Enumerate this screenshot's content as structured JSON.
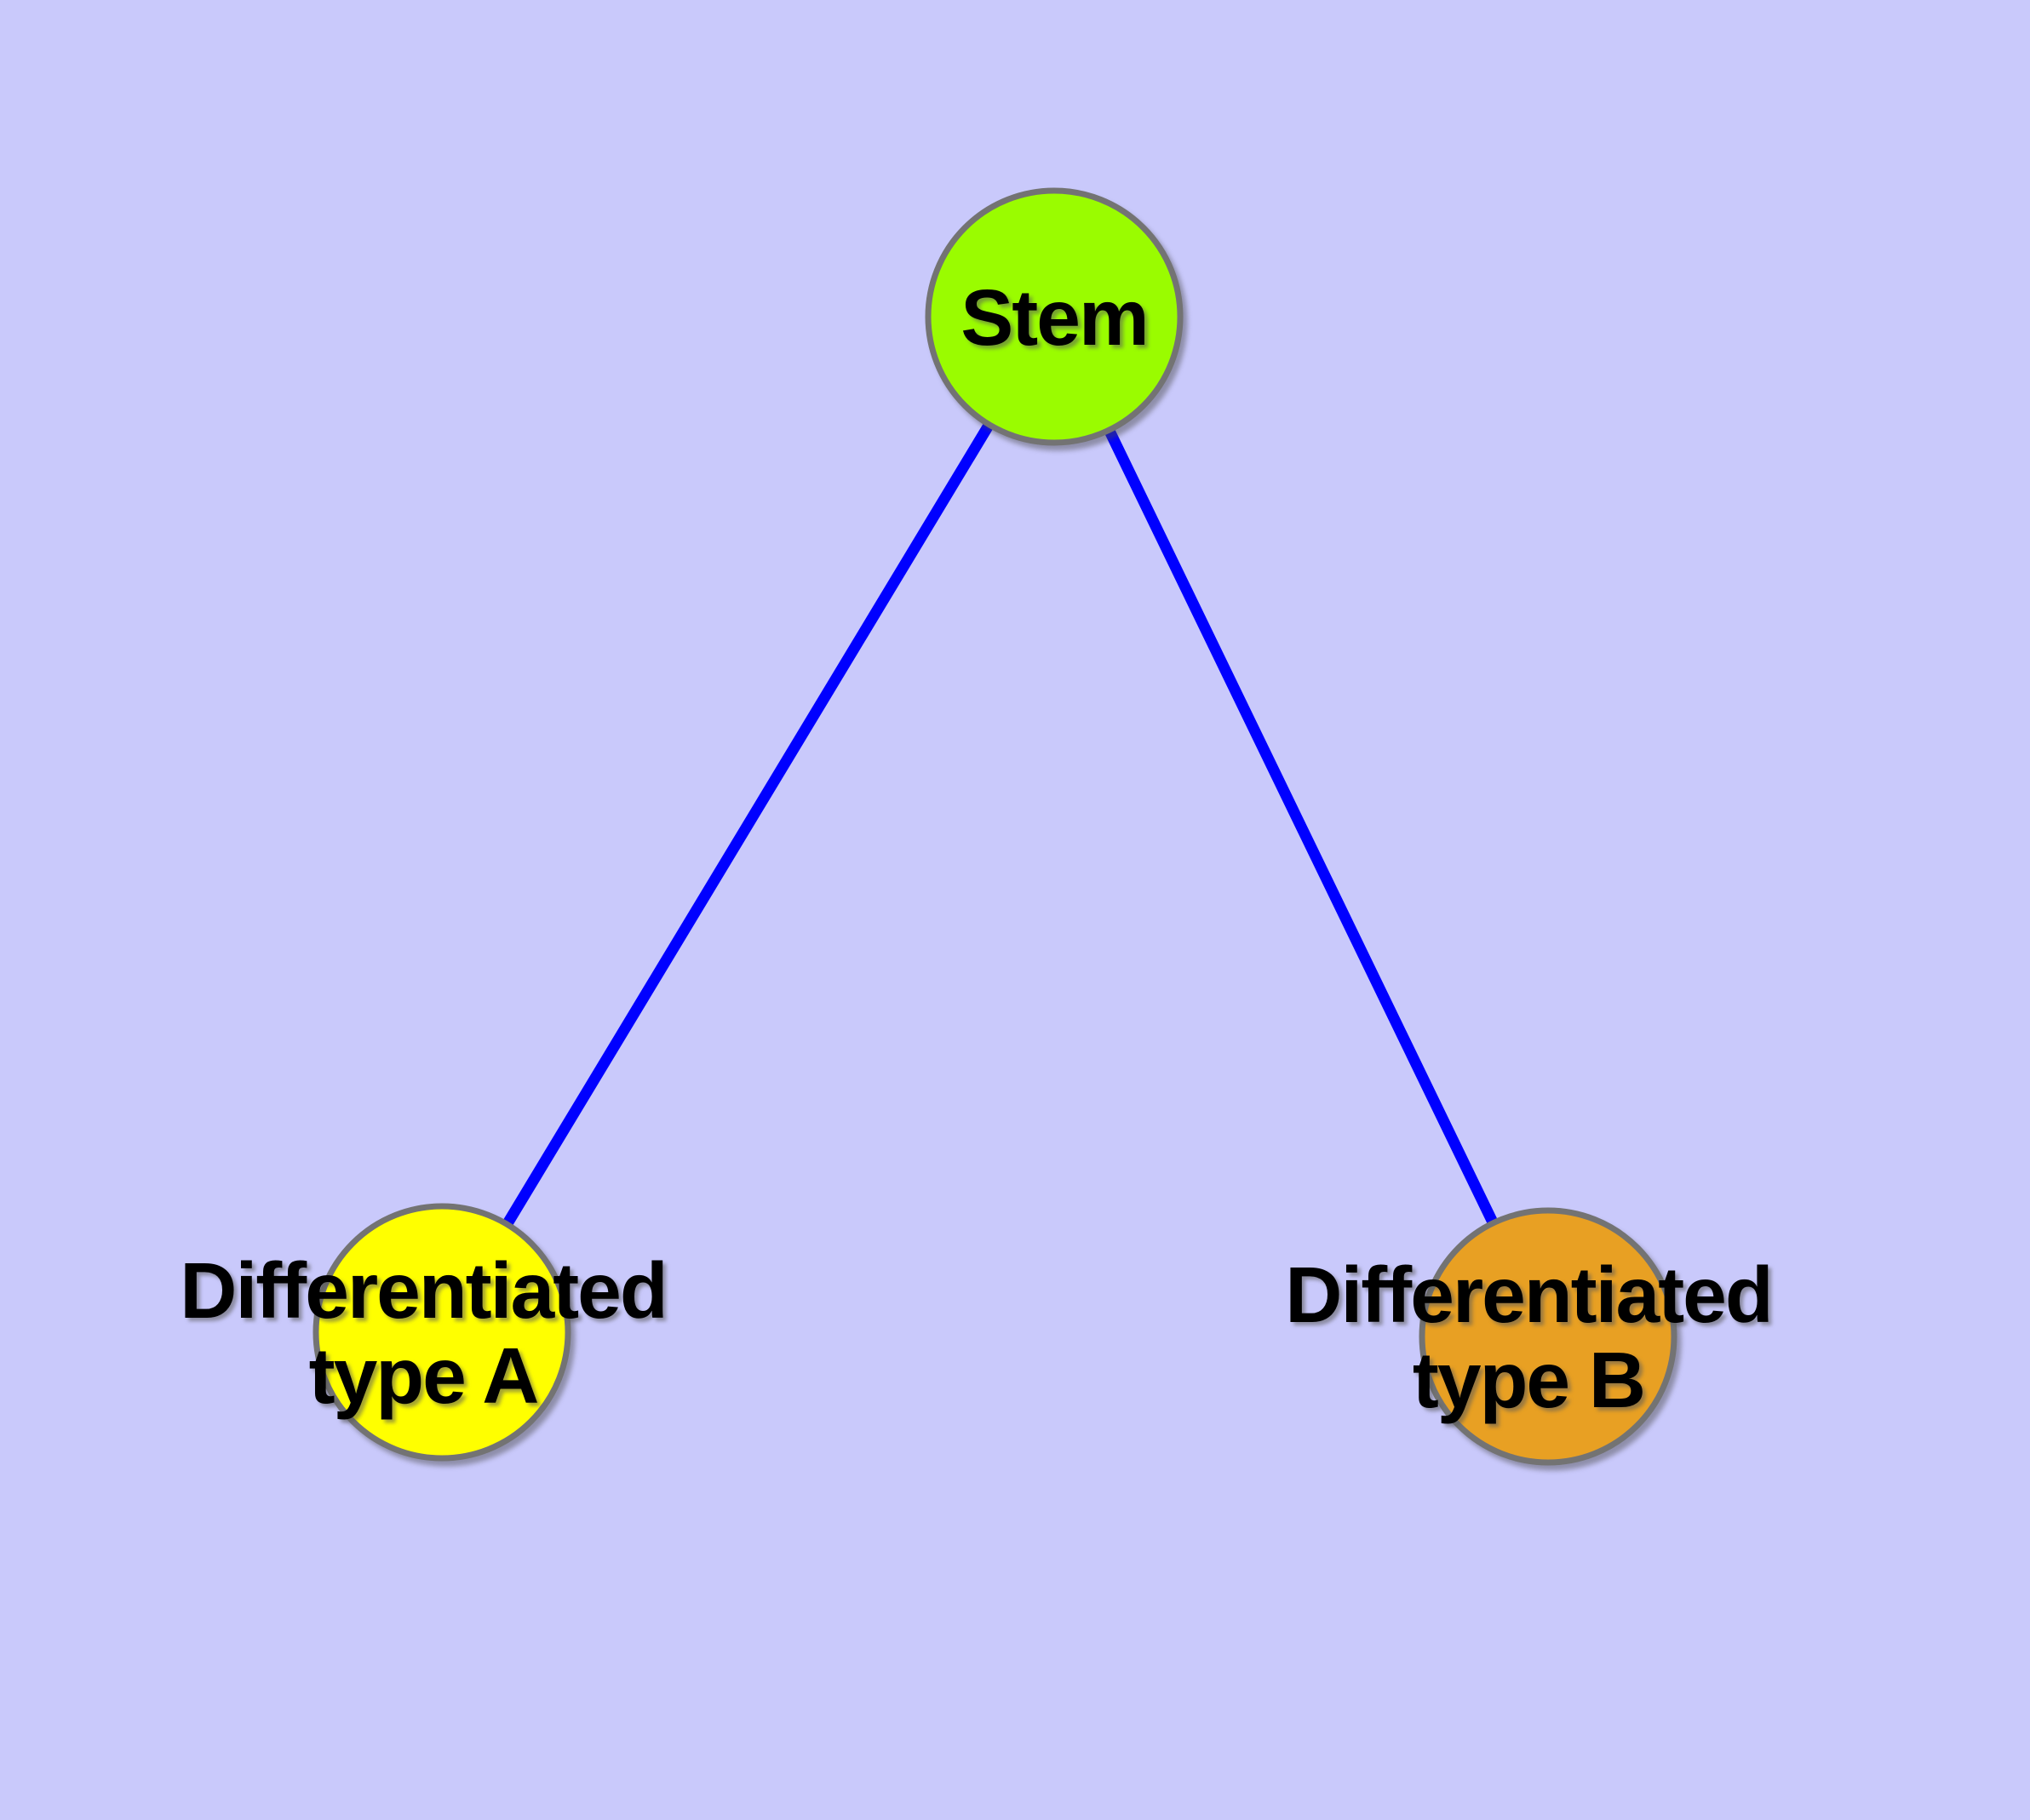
{
  "diagram": {
    "background_color": "#c9c9fb",
    "edge_color": "#0000ff",
    "node_border_color": "#737373",
    "label_color": "#000000",
    "nodes": [
      {
        "id": "stem",
        "label": "Stem",
        "fill_color": "#9afc00"
      },
      {
        "id": "differentiated-type-a",
        "label": "Differentiated type A",
        "line1": "Differentiated",
        "line2": "type A",
        "fill_color": "#ffff00"
      },
      {
        "id": "differentiated-type-b",
        "label": "Differentiated type B",
        "line1": "Differentiated",
        "line2": "type B",
        "fill_color": "#e8a023"
      }
    ],
    "edges": [
      {
        "from": "Stem",
        "to": "Differentiated type A"
      },
      {
        "from": "Stem",
        "to": "Differentiated type B"
      }
    ]
  }
}
